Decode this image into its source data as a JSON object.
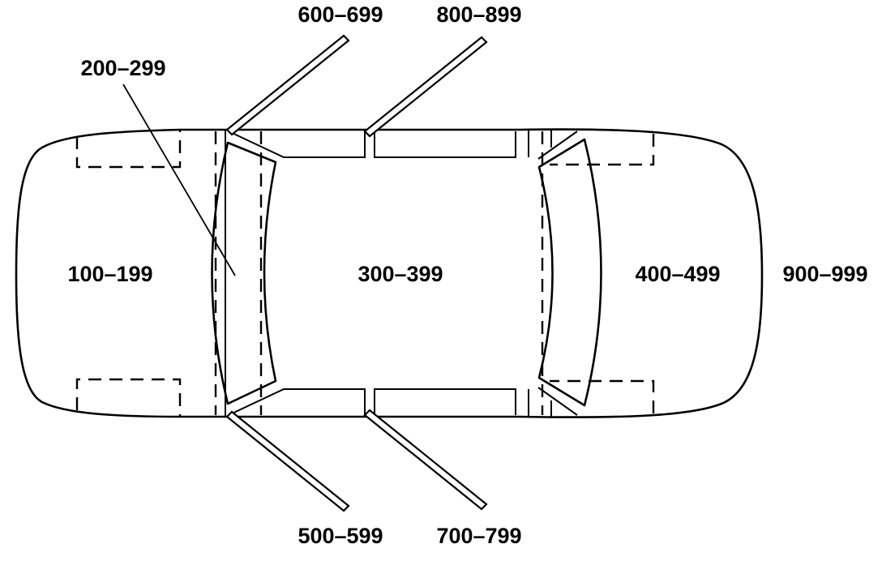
{
  "zones": {
    "front": "100–199",
    "windshield": "200–299",
    "cabin": "300–399",
    "rear": "400–499",
    "right_front_door": "500–599",
    "left_front_door": "600–699",
    "right_rear_door": "700–799",
    "left_rear_door": "800–899",
    "rear_end": "900–999"
  }
}
